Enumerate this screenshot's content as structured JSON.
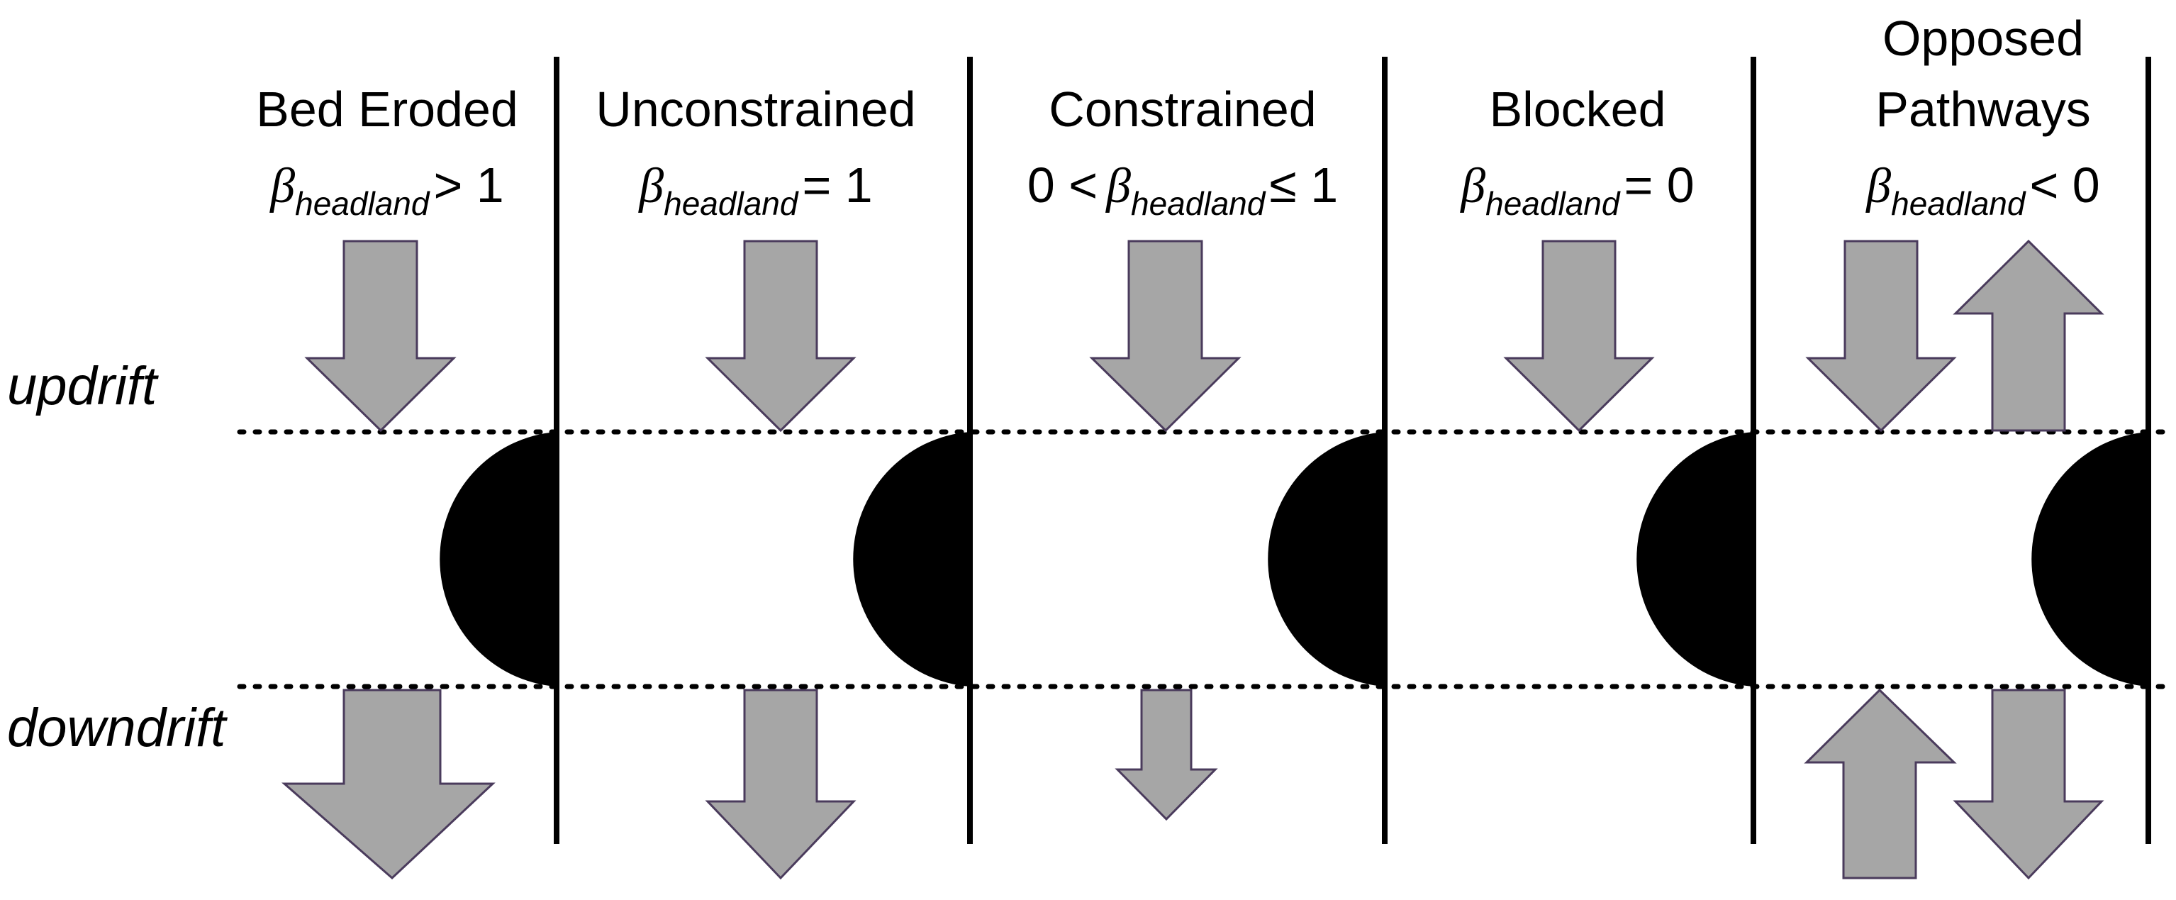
{
  "labels": {
    "updrift": "updrift",
    "downdrift": "downdrift"
  },
  "panels": [
    {
      "title_lines": [
        "Bed Eroded"
      ],
      "condition": {
        "prefix": "",
        "symbol": "β",
        "subscript": "headland",
        "relation": "> 1"
      },
      "updrift_arrows": [
        "down"
      ],
      "downdrift_arrows": [
        "down-large"
      ]
    },
    {
      "title_lines": [
        "Unconstrained"
      ],
      "condition": {
        "prefix": "",
        "symbol": "β",
        "subscript": "headland",
        "relation": "= 1"
      },
      "updrift_arrows": [
        "down"
      ],
      "downdrift_arrows": [
        "down"
      ]
    },
    {
      "title_lines": [
        "Constrained"
      ],
      "condition": {
        "prefix": "0 <",
        "symbol": "β",
        "subscript": "headland",
        "relation": "≤ 1"
      },
      "updrift_arrows": [
        "down"
      ],
      "downdrift_arrows": [
        "down-small"
      ]
    },
    {
      "title_lines": [
        "Blocked"
      ],
      "condition": {
        "prefix": "",
        "symbol": "β",
        "subscript": "headland",
        "relation": "= 0"
      },
      "updrift_arrows": [
        "down"
      ],
      "downdrift_arrows": []
    },
    {
      "title_lines": [
        "Opposed",
        "Pathways"
      ],
      "condition": {
        "prefix": "",
        "symbol": "β",
        "subscript": "headland",
        "relation": "< 0"
      },
      "updrift_arrows": [
        "down",
        "up"
      ],
      "downdrift_arrows": [
        "up",
        "down"
      ]
    }
  ],
  "colors": {
    "arrow_fill": "#a6a6a6",
    "arrow_stroke": "#4a3b5c",
    "headland": "#000000"
  }
}
